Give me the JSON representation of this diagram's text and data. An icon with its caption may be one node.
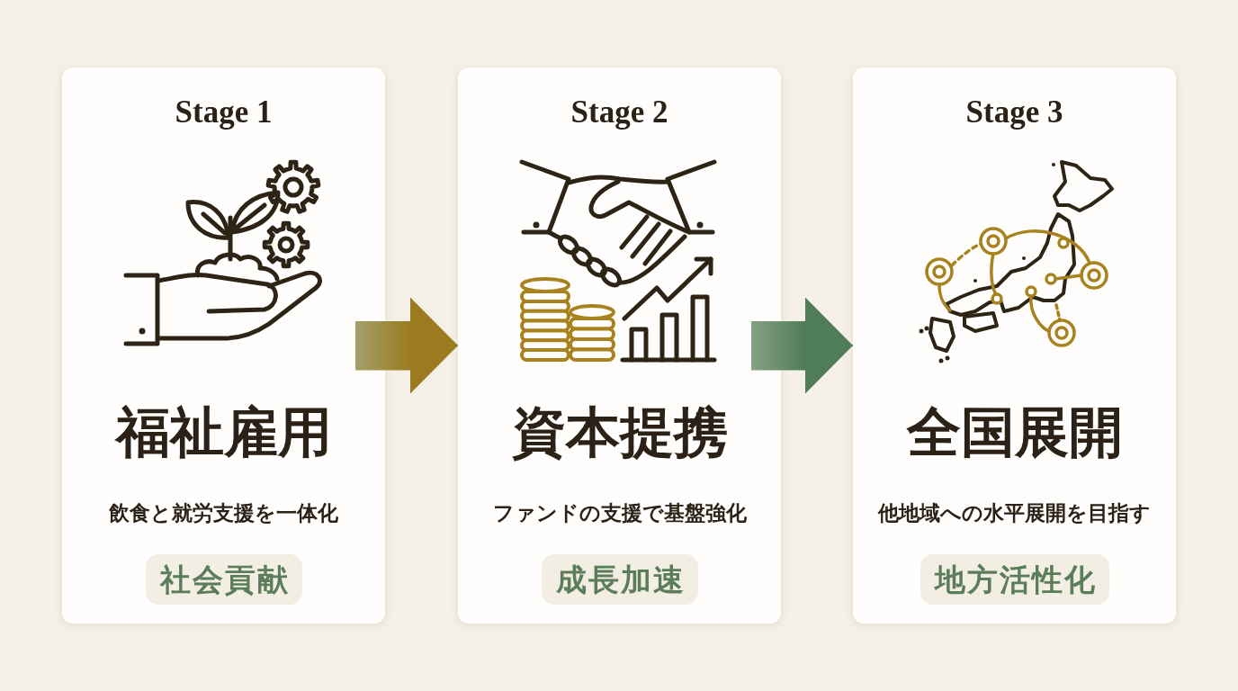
{
  "diagram": {
    "nodes": [
      {
        "text": [
          "Stage 1",
          "福祉雇用",
          "飲食と就労支援を一体化"
        ]
      },
      {
        "text": [
          "社会貢献"
        ],
        "in": 0
      },
      {
        "text": [
          "Stage 2",
          "資本提携",
          "ファンドの支援で基盤強化"
        ]
      },
      {
        "text": [
          "成長加速"
        ],
        "in": 2
      },
      {
        "text": [
          "Stage 3",
          "全国展開",
          "他地域への水平展開を目指す"
        ]
      },
      {
        "text": [
          "地方活性化"
        ],
        "in": 4
      }
    ],
    "edges": [
      {
        "from": 0,
        "to": 2,
        "arrow": "to",
        "color": "#9b7b1f"
      },
      {
        "from": 2,
        "to": 4,
        "arrow": "to",
        "color": "#4f7d57"
      }
    ]
  }
}
